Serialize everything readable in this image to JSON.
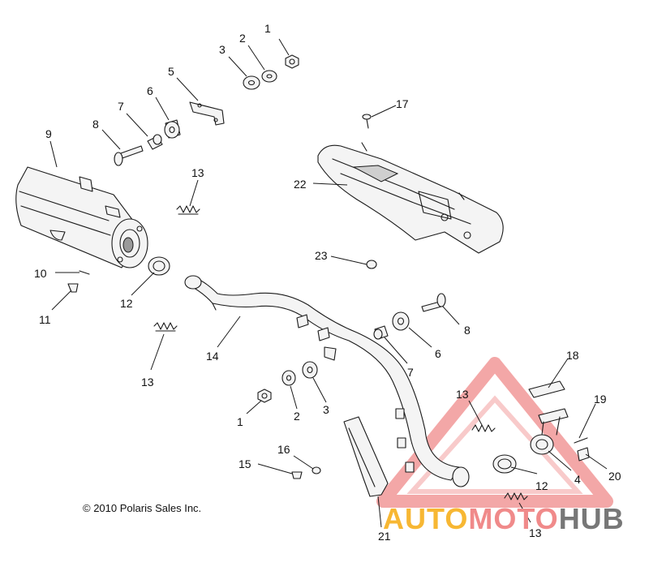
{
  "callouts": {
    "c1a": "1",
    "c2a": "2",
    "c3a": "3",
    "c5": "5",
    "c6a": "6",
    "c7a": "7",
    "c8a": "8",
    "c9": "9",
    "c13a": "13",
    "c10": "10",
    "c11": "11",
    "c12a": "12",
    "c13b": "13",
    "c14": "14",
    "c17": "17",
    "c22": "22",
    "c23": "23",
    "c8b": "8",
    "c6b": "6",
    "c7b": "7",
    "c1b": "1",
    "c2b": "2",
    "c3b": "3",
    "c18": "18",
    "c13c": "13",
    "c19": "19",
    "c16": "16",
    "c15": "15",
    "c12b": "12",
    "c4": "4",
    "c20": "20",
    "c13d": "13",
    "c21": "21"
  },
  "copyright": "© 2010 Polaris Sales Inc.",
  "watermark": {
    "part1": "AUTO",
    "part2": "MOTO",
    "part3": "HUB",
    "color_orange": "#f7b733",
    "color_red": "#f08a8a",
    "color_gray": "#777777"
  }
}
